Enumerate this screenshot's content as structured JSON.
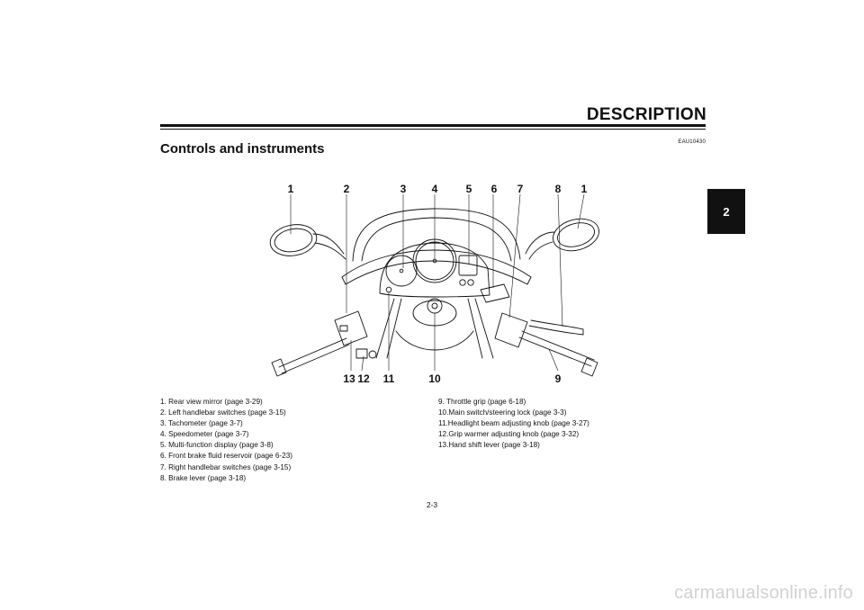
{
  "header": {
    "section": "DESCRIPTION",
    "doc_code": "EAU10430"
  },
  "page_title": "Controls and instruments",
  "chapter_tab": "2",
  "diagram": {
    "callouts": [
      "1",
      "2",
      "3",
      "4",
      "5",
      "6",
      "7",
      "8",
      "1",
      "13",
      "12",
      "11",
      "10",
      "9"
    ]
  },
  "legend": {
    "left": [
      "1. Rear view mirror (page 3-29)",
      "2. Left handlebar switches (page 3-15)",
      "3. Tachometer (page 3-7)",
      "4. Speedometer (page 3-7)",
      "5. Multi-function display (page 3-8)",
      "6. Front brake fluid reservoir (page 6-23)",
      "7. Right handlebar switches (page 3-15)",
      "8. Brake lever (page 3-18)"
    ],
    "right": [
      "9. Throttle grip (page 6-18)",
      "10.Main switch/steering lock (page 3-3)",
      "11.Headlight beam adjusting knob (page 3-27)",
      "12.Grip warmer adjusting knob (page 3-32)",
      "13.Hand shift lever (page 3-18)"
    ]
  },
  "page_number": "2-3",
  "watermark": "carmanualsonline.info"
}
